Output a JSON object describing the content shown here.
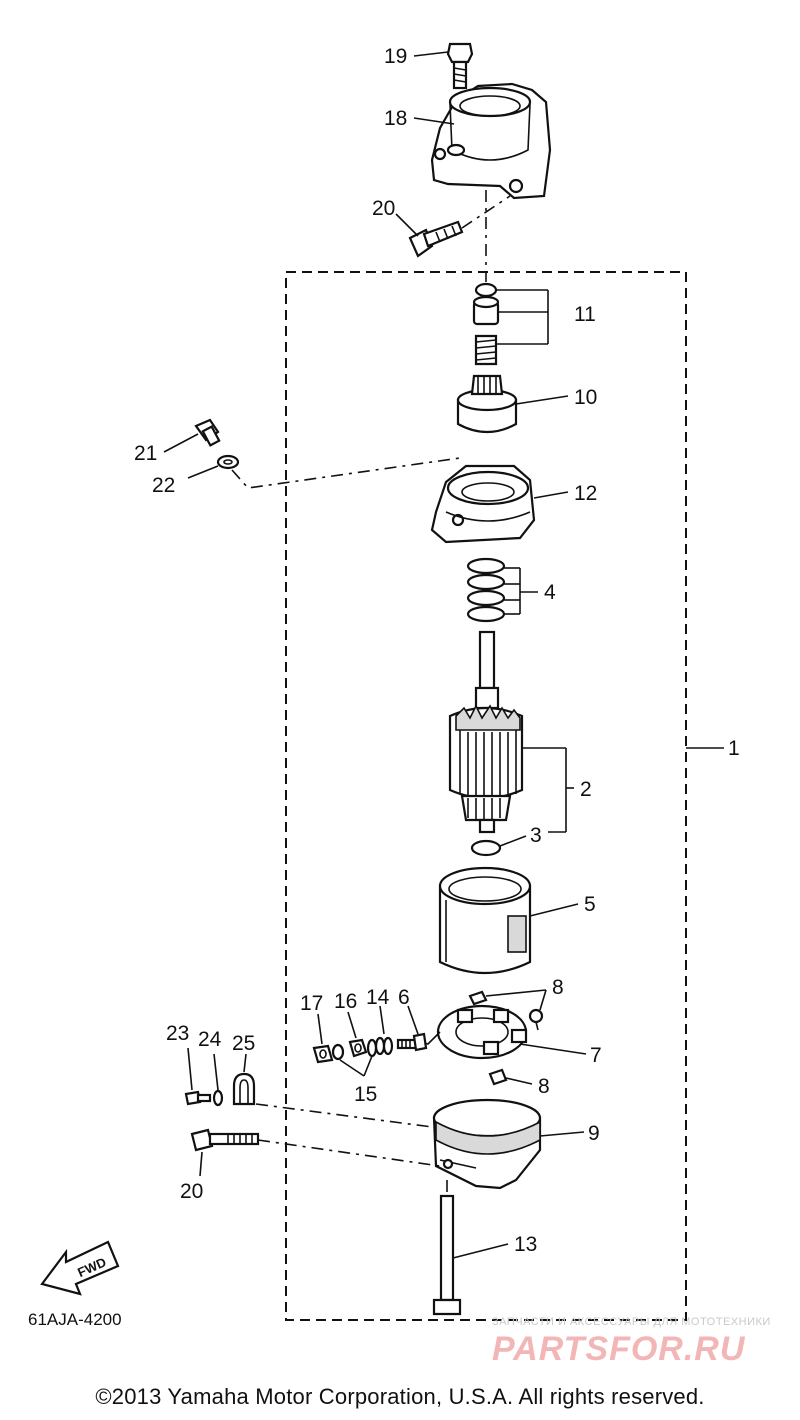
{
  "diagram": {
    "labels": {
      "p1": "1",
      "p2": "2",
      "p3": "3",
      "p4": "4",
      "p5": "5",
      "p6": "6",
      "p7": "7",
      "p8a": "8",
      "p8b": "8",
      "p9": "9",
      "p10": "10",
      "p11": "11",
      "p12": "12",
      "p13": "13",
      "p14": "14",
      "p15": "15",
      "p16": "16",
      "p17": "17",
      "p18": "18",
      "p19": "19",
      "p20a": "20",
      "p20b": "20",
      "p21": "21",
      "p22": "22",
      "p23": "23",
      "p24": "24",
      "p25": "25"
    },
    "fwd_label": "FWD",
    "diagram_code": "61AJA-4200"
  },
  "watermark": {
    "tagline": "ЗАПЧАСТИ И АКСЕССУАРЫ ДЛЯ МОТОТЕХНИКИ",
    "brand": "PARTSFOR.RU"
  },
  "footer": {
    "copyright": "©2013 Yamaha Motor Corporation, U.S.A. All rights reserved."
  }
}
